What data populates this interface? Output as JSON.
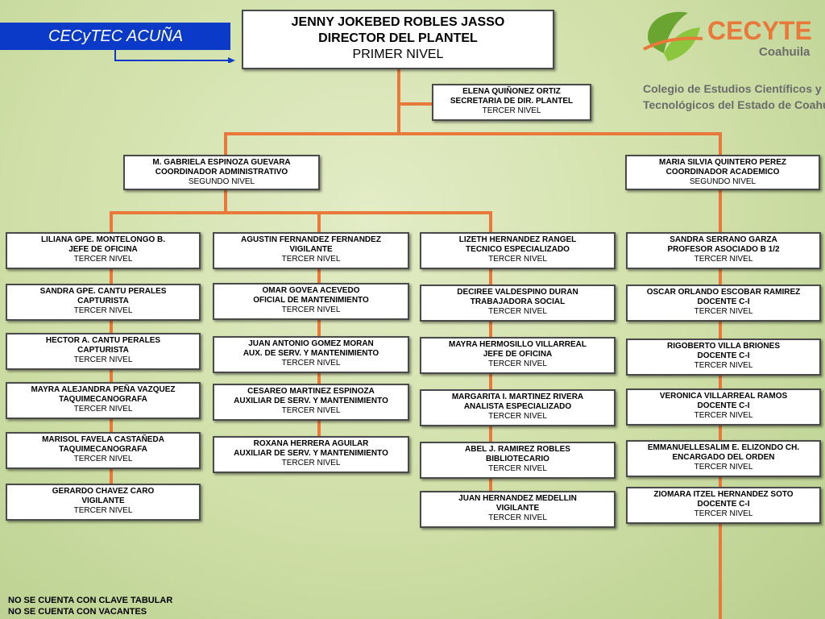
{
  "unit_label": "CECyTEC ACUÑA",
  "logo": {
    "name": "CECYTE",
    "state": "Coahuila",
    "line1": "Colegio de Estudios Científicos y",
    "line2": "Tecnológicos del Estado de Coahuila"
  },
  "director": {
    "name": "JENNY JOKEBED ROBLES JASSO",
    "title": "DIRECTOR DEL PLANTEL",
    "level": "PRIMER NIVEL"
  },
  "secretary": {
    "name": "ELENA QUIÑONEZ ORTIZ",
    "title": "SECRETARIA DE DIR. PLANTEL",
    "level": "TERCER NIVEL"
  },
  "coord_admin": {
    "name": "M. GABRIELA ESPINOZA GUEVARA",
    "title": "COORDINADOR ADMINISTRATIVO",
    "level": "SEGUNDO NIVEL"
  },
  "coord_acad": {
    "name": "MARIA SILVIA QUINTERO PEREZ",
    "title": "COORDINADOR ACADEMICO",
    "level": "SEGUNDO NIVEL"
  },
  "col1": [
    {
      "name": "LILIANA GPE. MONTELONGO B.",
      "title": "JEFE DE OFICINA",
      "level": "TERCER NIVEL"
    },
    {
      "name": "SANDRA GPE. CANTU PERALES",
      "title": "CAPTURISTA",
      "level": "TERCER NIVEL"
    },
    {
      "name": "HECTOR A. CANTU PERALES",
      "title": "CAPTURISTA",
      "level": "TERCER NIVEL"
    },
    {
      "name": "MAYRA ALEJANDRA PEÑA VAZQUEZ",
      "title": "TAQUIMECANOGRAFA",
      "level": "TERCER NIVEL"
    },
    {
      "name": "MARISOL FAVELA CASTAÑEDA",
      "title": "TAQUIMECANOGRAFA",
      "level": "TERCER NIVEL"
    },
    {
      "name": "GERARDO CHAVEZ CARO",
      "title": "VIGILANTE",
      "level": "TERCER NIVEL"
    }
  ],
  "col2": [
    {
      "name": "AGUSTIN FERNANDEZ FERNANDEZ",
      "title": "VIGILANTE",
      "level": "TERCER NIVEL"
    },
    {
      "name": "OMAR GOVEA ACEVEDO",
      "title": "OFICIAL DE  MANTENIMIENTO",
      "level": "TERCER NIVEL"
    },
    {
      "name": "JUAN ANTONIO GOMEZ MORAN",
      "title": "AUX. DE SERV. Y MANTENIMIENTO",
      "level": "TERCER NIVEL"
    },
    {
      "name": "CESAREO MARTINEZ ESPINOZA",
      "title": "AUXILIAR DE SERV. Y MANTENIMIENTO",
      "level": "TERCER NIVEL"
    },
    {
      "name": "ROXANA HERRERA AGUILAR",
      "title": "AUXILIAR DE SERV. Y MANTENIMIENTO",
      "level": "TERCER NIVEL"
    }
  ],
  "col3": [
    {
      "name": "LIZETH HERNANDEZ RANGEL",
      "title": "TECNICO ESPECIALIZADO",
      "level": "TERCER NIVEL"
    },
    {
      "name": "DECIREE VALDESPINO DURAN",
      "title": "TRABAJADORA SOCIAL",
      "level": "TERCER NIVEL"
    },
    {
      "name": "MAYRA  HERMOSILLO VILLARREAL",
      "title": "JEFE DE OFICINA",
      "level": "TERCER NIVEL"
    },
    {
      "name": "MARGARITA I. MARTINEZ RIVERA",
      "title": "ANALISTA ESPECIALIZADO",
      "level": "TERCER NIVEL"
    },
    {
      "name": "ABEL J. RAMIREZ ROBLES",
      "title": "BIBLIOTECARIO",
      "level": "TERCER NIVEL"
    },
    {
      "name": "JUAN HERNANDEZ MEDELLIN",
      "title": "VIGILANTE",
      "level": "TERCER NIVEL"
    }
  ],
  "col4": [
    {
      "name": "SANDRA SERRANO GARZA",
      "title": "PROFESOR ASOCIADO B 1/2",
      "level": "TERCER NIVEL"
    },
    {
      "name": "OSCAR ORLANDO ESCOBAR RAMIREZ",
      "title": "DOCENTE C-I",
      "level": "TERCER NIVEL"
    },
    {
      "name": "RIGOBERTO VILLA BRIONES",
      "title": "DOCENTE C-I",
      "level": "TERCER NIVEL"
    },
    {
      "name": "VERONICA  VILLARREAL RAMOS",
      "title": "DOCENTE C-I",
      "level": "TERCER NIVEL"
    },
    {
      "name": "EMMANUELLESALIM E. ELIZONDO CH.",
      "title": "ENCARGADO DEL ORDEN",
      "level": "TERCER NIVEL"
    },
    {
      "name": "ZIOMARA ITZEL HERNANDEZ SOTO",
      "title": "DOCENTE C-I",
      "level": "TERCER NIVEL"
    }
  ],
  "notes": [
    "NO SE CUENTA CON CLAVE TABULAR",
    "NO SE CUENTA CON VACANTES"
  ],
  "colors": {
    "line": "#e8793a",
    "unit_bg": "#0a3ac7",
    "logo_orange": "#e8793a",
    "logo_green": "#6aa531",
    "logo_text": "#6b6b6b"
  }
}
